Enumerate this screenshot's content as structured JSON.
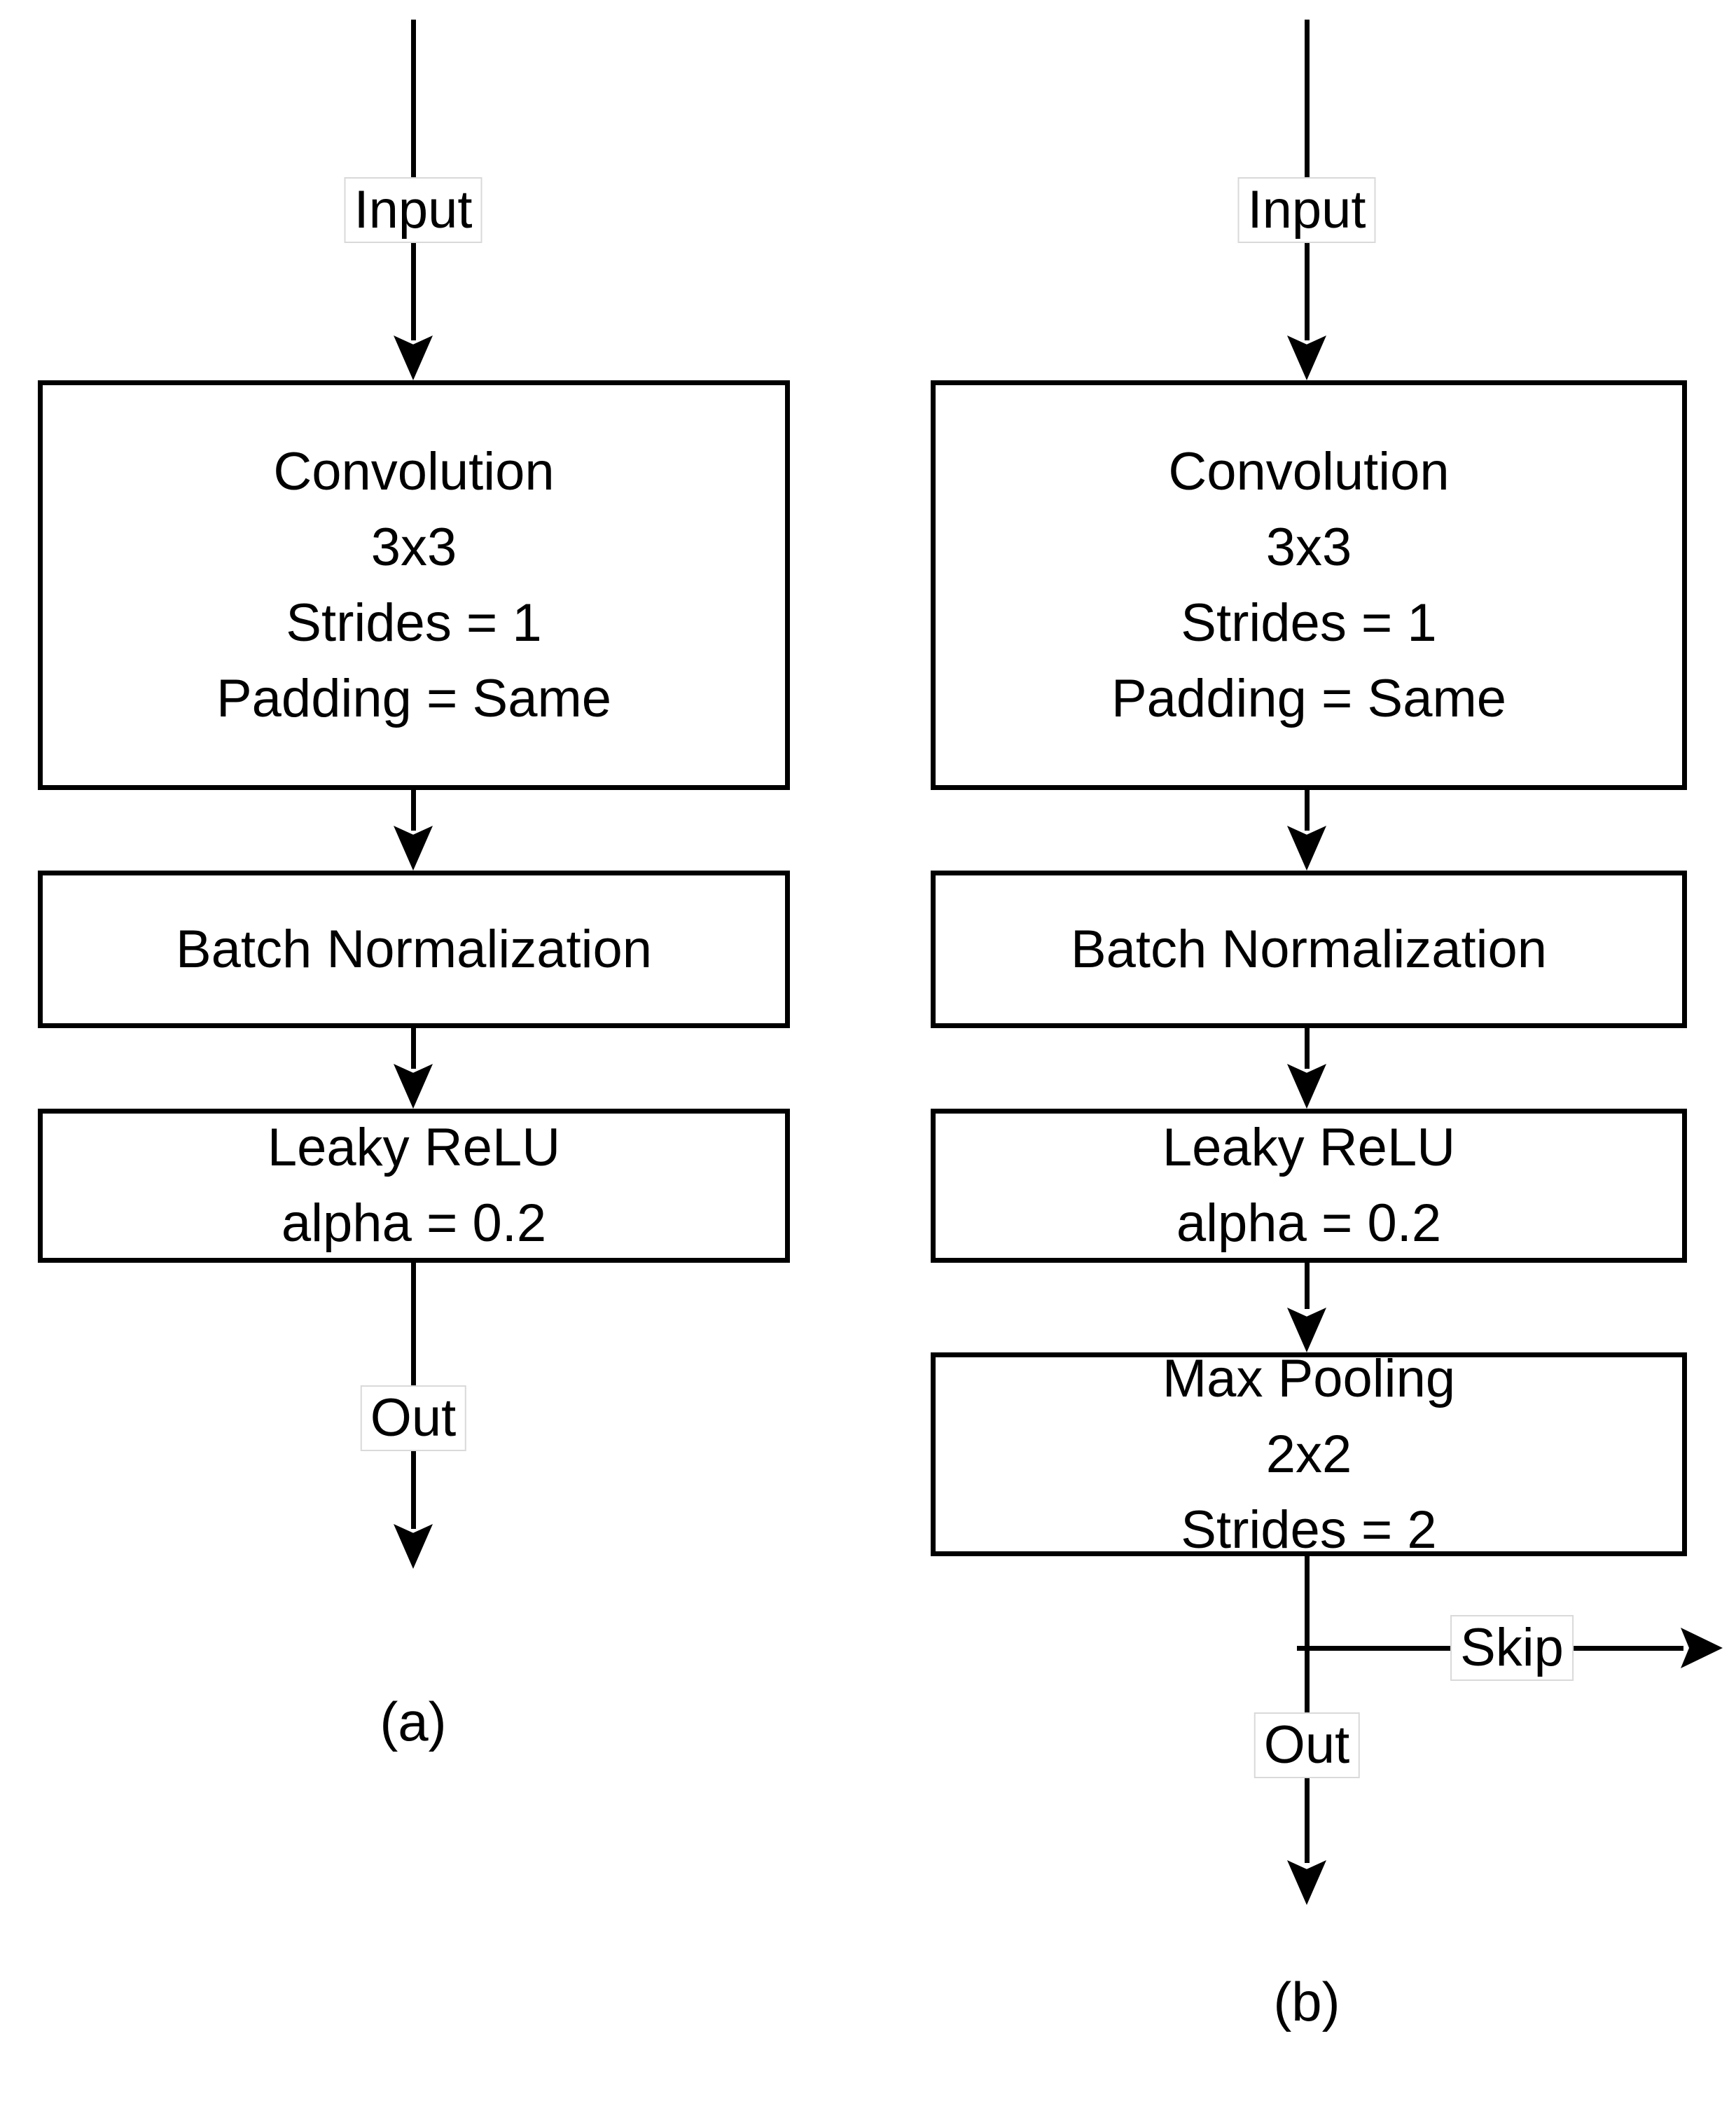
{
  "diagram": {
    "type": "flowchart",
    "description": "Two convolutional building blocks",
    "colors": {
      "stroke": "#000000",
      "text": "#000000",
      "background": "#ffffff",
      "label_background": "#ffffff",
      "label_border": "#d9d9d9"
    },
    "panel_a": {
      "caption": "(a)",
      "input_label": "Input",
      "out_label": "Out",
      "blocks": [
        {
          "id": "convolution",
          "lines": [
            "Convolution",
            "3x3",
            "Strides = 1",
            "Padding = Same"
          ]
        },
        {
          "id": "batch-normalization",
          "lines": [
            "Batch Normalization"
          ]
        },
        {
          "id": "leaky-relu",
          "lines": [
            "Leaky ReLU",
            "alpha = 0.2"
          ]
        }
      ]
    },
    "panel_b": {
      "caption": "(b)",
      "input_label": "Input",
      "out_label": "Out",
      "skip_label": "Skip",
      "blocks": [
        {
          "id": "convolution",
          "lines": [
            "Convolution",
            "3x3",
            "Strides = 1",
            "Padding = Same"
          ]
        },
        {
          "id": "batch-normalization",
          "lines": [
            "Batch Normalization"
          ]
        },
        {
          "id": "leaky-relu",
          "lines": [
            "Leaky ReLU",
            "alpha = 0.2"
          ]
        },
        {
          "id": "max-pooling",
          "lines": [
            "Max Pooling",
            "2x2",
            "Strides = 2"
          ]
        }
      ]
    }
  }
}
